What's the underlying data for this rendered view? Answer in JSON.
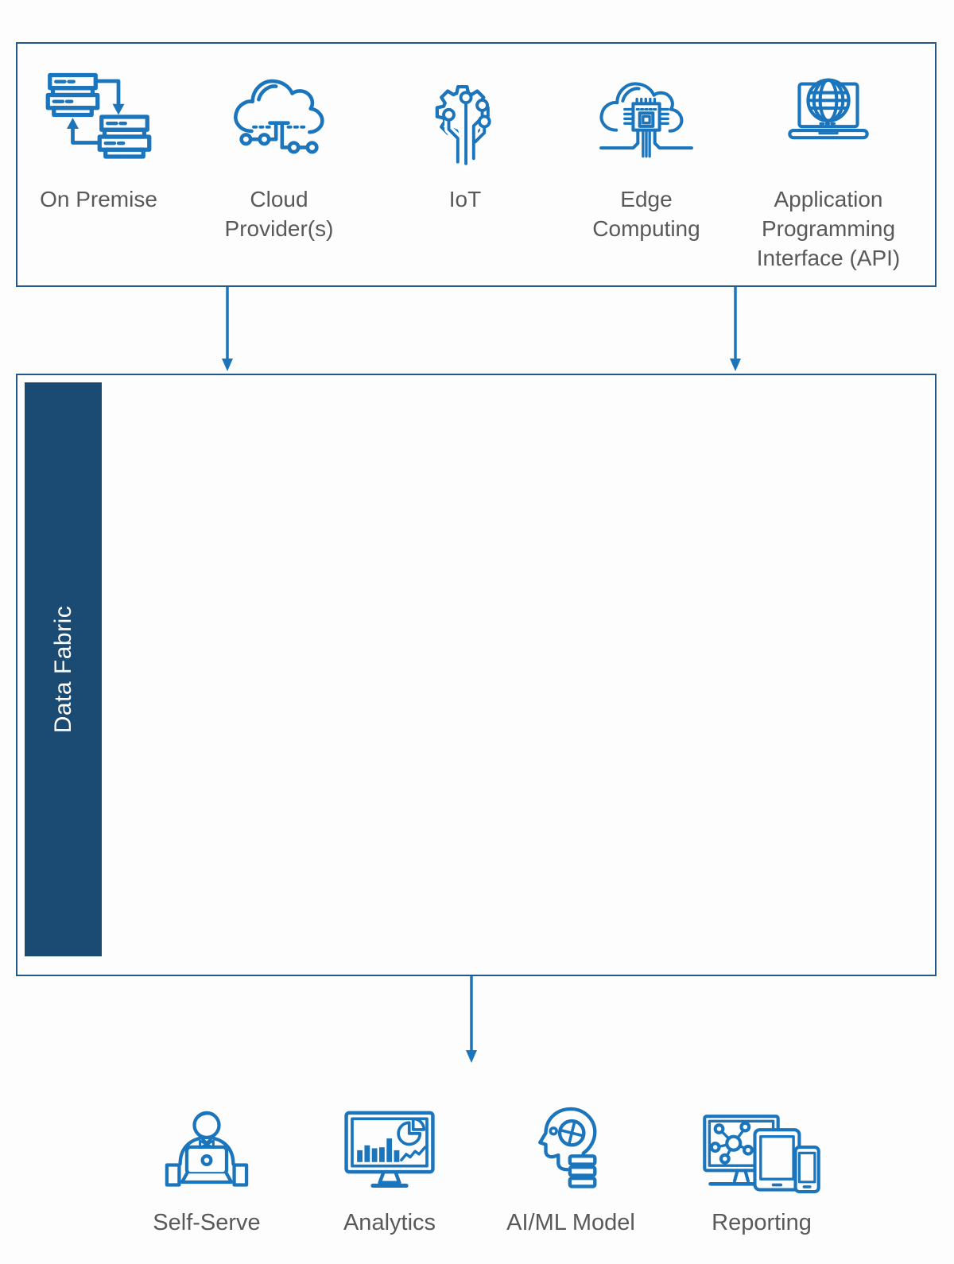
{
  "sources": {
    "items": [
      {
        "label": "On Premise",
        "icon": "on-premise-icon"
      },
      {
        "label": "Cloud Provider(s)",
        "icon": "cloud-providers-icon"
      },
      {
        "label": "IoT",
        "icon": "iot-icon"
      },
      {
        "label": "Edge Computing",
        "icon": "edge-computing-icon"
      },
      {
        "label": "Application Programming Interface (API)",
        "icon": "api-icon"
      }
    ]
  },
  "fabric": {
    "label": "Data Fabric"
  },
  "consumers": {
    "items": [
      {
        "label": "Self-Serve",
        "icon": "self-serve-icon"
      },
      {
        "label": "Analytics",
        "icon": "analytics-icon"
      },
      {
        "label": "AI/ML Model",
        "icon": "ai-ml-model-icon"
      },
      {
        "label": "Reporting",
        "icon": "reporting-icon"
      }
    ]
  },
  "colors": {
    "icon_blue": "#1b75bc",
    "box_border_blue": "#20598a",
    "fabric_navy": "#1b4a73",
    "label_gray": "#595959",
    "arrow_blue": "#1b75bc"
  }
}
